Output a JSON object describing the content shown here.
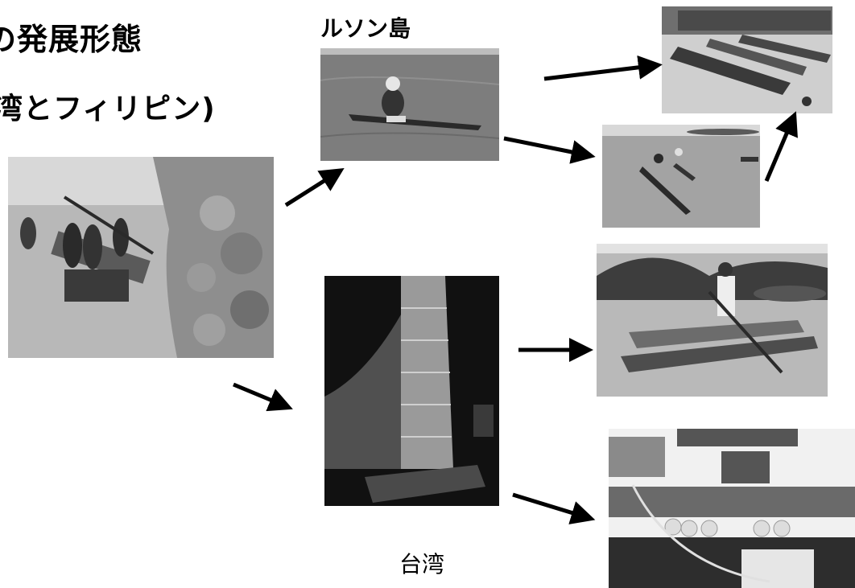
{
  "title_line1": "の発展形態",
  "title_line2": "湾とフィリピン)",
  "labels": {
    "luzon": "ルソン島",
    "taiwan": "台湾"
  },
  "photos": [
    {
      "name": "photo-bamboo-raft-rivermouth",
      "description_icon": "raft-photo"
    },
    {
      "name": "photo-luzon-paddler",
      "description_icon": "paddler-photo"
    },
    {
      "name": "photo-canoes-on-water",
      "description_icon": "canoe-photo"
    },
    {
      "name": "photo-rafts-on-beach",
      "description_icon": "beach-raft-photo"
    },
    {
      "name": "photo-sail-raft-museum",
      "description_icon": "sail-raft-photo"
    },
    {
      "name": "photo-raft-with-oar",
      "description_icon": "oar-raft-photo"
    },
    {
      "name": "photo-harbor-boat",
      "description_icon": "harbor-boat-photo"
    }
  ],
  "colors": {
    "arrow": "#000000",
    "photo_dark": "#1a1a1a",
    "photo_mid": "#8a8a8a",
    "photo_light": "#d9d9d9"
  }
}
